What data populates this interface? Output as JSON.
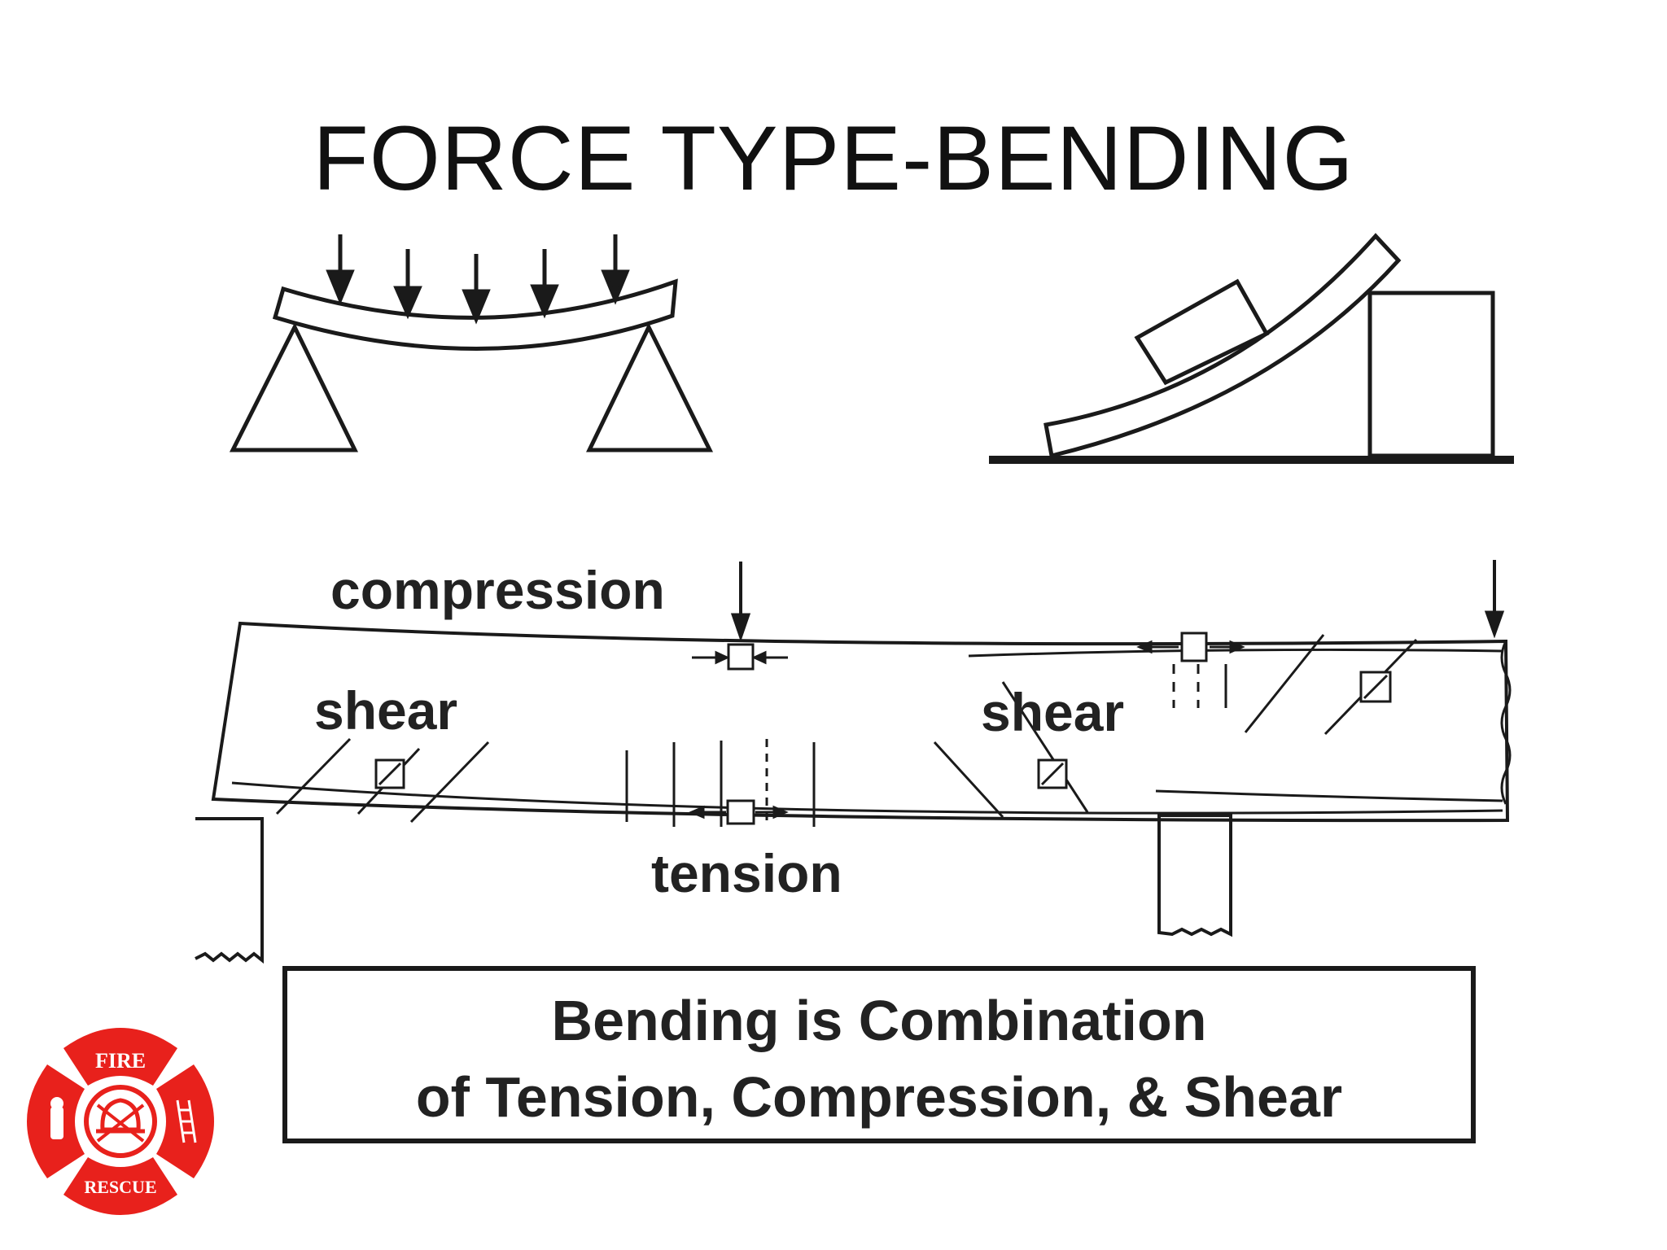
{
  "slide": {
    "title": "FORCE TYPE-BENDING"
  },
  "beam_diagram": {
    "labels": {
      "compression": "compression",
      "shear_left": "shear",
      "shear_right": "shear",
      "tension": "tension"
    }
  },
  "caption": {
    "line1": "Bending is Combination",
    "line2": "of Tension, Compression, & Shear"
  },
  "logo": {
    "top_text": "FIRE",
    "bottom_text": "RESCUE",
    "color": "#e8211c"
  },
  "colors": {
    "ink": "#222222",
    "logo_red": "#e8211c"
  }
}
